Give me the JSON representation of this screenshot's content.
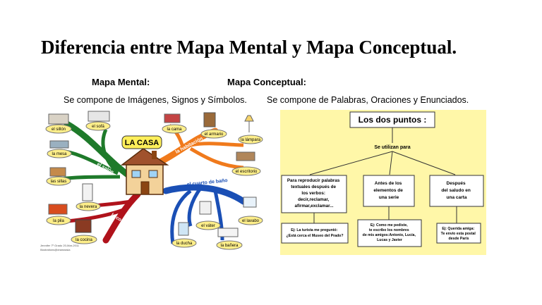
{
  "title": "Diferencia entre Mapa Mental y Mapa Conceptual.",
  "mental": {
    "heading": "Mapa Mental:",
    "description": "Se compone de Imágenes, Signos y Símbolos.",
    "center": "LA CASA",
    "rooms": [
      "el salón",
      "la habitación",
      "el cuarto de baño",
      "la cocina"
    ],
    "items": {
      "sillon": "el sillón",
      "sofa": "el sofá",
      "mesa": "la mesa",
      "sillas": "las sillas",
      "nevera": "la nevera",
      "pila": "la pila",
      "cocina": "la cocina",
      "cama": "la cama",
      "armario": "el armario",
      "lampara": "la lámpara",
      "escritorio": "el escritorio",
      "lavabo": "el lavabo",
      "vater": "el váter",
      "ducha": "la ducha",
      "banera": "la bañera"
    },
    "credit_line1": "Jennifer 7º Grado 20-Mar-2011",
    "credit_line2": "Illustrations@drawnasia"
  },
  "conceptual": {
    "heading": "Mapa Conceptual:",
    "description": "Se compone de Palabras, Oraciones y Enunciados.",
    "root": "Los dos puntos  :",
    "link": "Se utilizan para",
    "box1_lines": [
      "Para reproducir palabras",
      "textuales después de",
      "los verbos:",
      "decir,reclamar,",
      "afirmar,exclamar..."
    ],
    "box2_lines": [
      "Antes de los",
      "elementos de",
      "una serie"
    ],
    "box3_lines": [
      "Después",
      "del saludo en",
      "una carta"
    ],
    "ex1_lines": [
      "Ej: La turista me preguntó:",
      "¿Está cerca el Museo del Prado?"
    ],
    "ex2_lines": [
      "Ej: Como me pediste,",
      "te escribo los nombres",
      "de mis amigos:Antonio, Lucía,",
      "Lucas y Javier"
    ],
    "ex3_lines": [
      "Ej: Querida amiga:",
      "Te envío esta postal",
      "desde París"
    ]
  }
}
